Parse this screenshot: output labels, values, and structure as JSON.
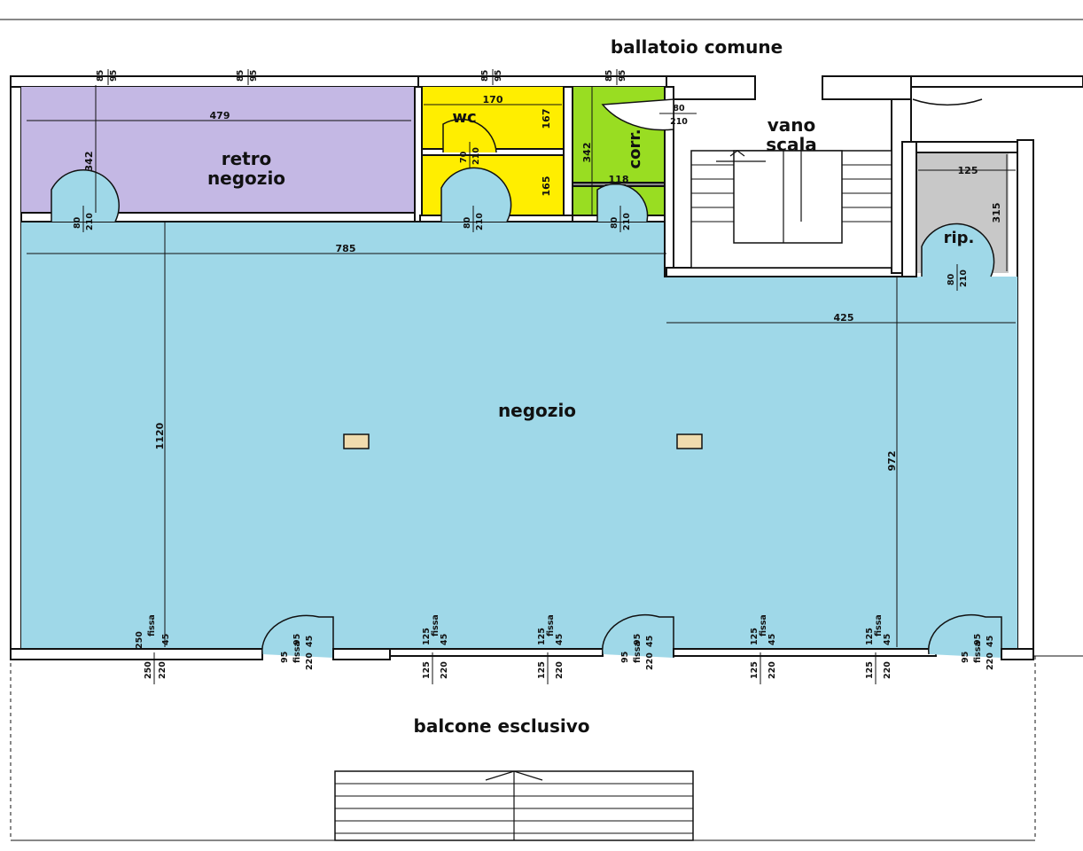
{
  "colors": {
    "shop": "#9fd8e8",
    "back_shop": "#c4b8e4",
    "wc": "#ffee00",
    "corridor": "#99dd22",
    "storage": "#c8c8c8",
    "pillar": "#f0dcae"
  },
  "labels": {
    "common_gallery": "ballatoio comune",
    "stair_1": "vano",
    "stair_2": "scala",
    "back_shop_1": "retro",
    "back_shop_2": "negozio",
    "wc": "wc",
    "corridor": "corr.",
    "storage": "rip.",
    "shop": "negozio",
    "balcony": "balcone esclusivo"
  },
  "dimensions": {
    "back_shop_width": "479",
    "back_shop_depth": "342",
    "wc_width": "170",
    "wc_depth": "167",
    "antiwc_depth": "165",
    "corridor_depth": "342",
    "corridor_width": "118",
    "storage_width": "125",
    "storage_depth": "315",
    "shop_width_left": "785",
    "shop_width_right": "425",
    "shop_depth_left": "1120",
    "shop_depth_right": "972"
  },
  "door": {
    "w80": "80",
    "w70": "70",
    "h210": "210"
  },
  "top_openings": {
    "w": "85",
    "h": "95"
  },
  "windows": {
    "fixed_label": "fissa",
    "w125": "125",
    "w250": "250",
    "w95": "95",
    "h45": "45",
    "h220": "220"
  }
}
